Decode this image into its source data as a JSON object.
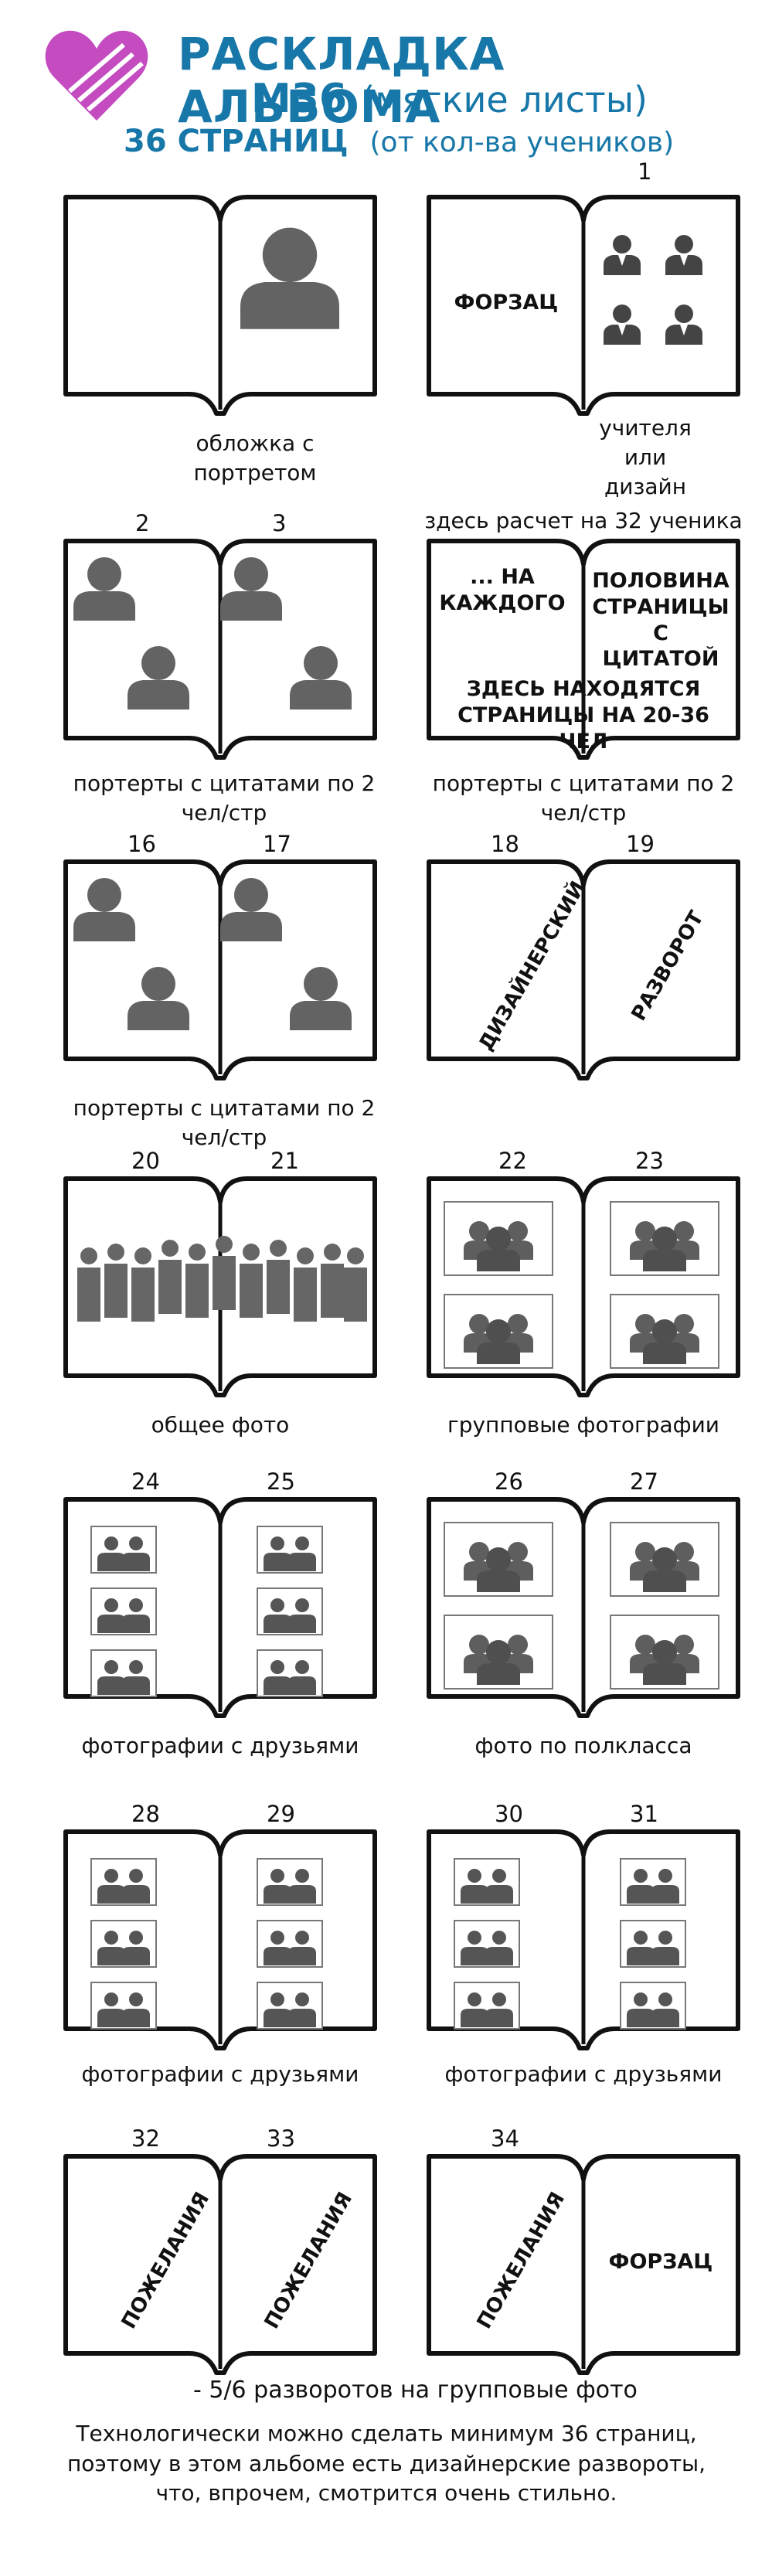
{
  "header": {
    "title_line1": "РАСКЛАДКА АЛЬБОМА",
    "title_line2_bold": "М36",
    "title_line2_soft": "(мягкие листы)",
    "title_line3_bold": "36 СТРАНИЦ",
    "title_line3_note": "(от кол-ва учеников)"
  },
  "spreads": [
    {
      "id": "s1",
      "left_num": "",
      "right_num": "1",
      "left_text": "",
      "right_text": "ФОРЗАЦ",
      "caption": "",
      "caption_right": "учителя или дизайн",
      "cover_caption": "обложка с портретом"
    },
    {
      "id": "s2",
      "left_num": "2",
      "right_num": "3",
      "caption": "портерты  с цитатами по 2 чел/стр"
    },
    {
      "id": "s3",
      "top_note": "здесь расчет на 32 ученика",
      "left_text": "... НА КАЖДОГО",
      "right_text": "ПОЛОВИНА СТРАНИЦЫ С ЦИТАТОЙ",
      "bottom_text": "ЗДЕСЬ НАХОДЯТСЯ СТРАНИЦЫ НА 20-36 ЧЕЛ",
      "caption": "портерты  с цитатами по 2 чел/стр"
    },
    {
      "id": "s4",
      "left_num": "16",
      "right_num": "17",
      "caption": "портерты  с цитатами по 2 чел/стр"
    },
    {
      "id": "s5",
      "left_num": "18",
      "right_num": "19",
      "left_text": "ДИЗАЙНЕРСКИЙ",
      "right_text": "РАЗВОРОТ"
    },
    {
      "id": "s6",
      "left_num": "20",
      "right_num": "21",
      "caption": "общее фото"
    },
    {
      "id": "s7",
      "left_num": "22",
      "right_num": "23",
      "caption": "групповые фотографии"
    },
    {
      "id": "s8",
      "left_num": "24",
      "right_num": "25",
      "caption": "фотографии с друзьями"
    },
    {
      "id": "s9",
      "left_num": "26",
      "right_num": "27",
      "caption": "фото по полкласса"
    },
    {
      "id": "s10",
      "left_num": "28",
      "right_num": "29",
      "caption": "фотографии с друзьями"
    },
    {
      "id": "s11",
      "left_num": "30",
      "right_num": "31",
      "caption": "фотографии с друзьями"
    },
    {
      "id": "s12",
      "left_num": "32",
      "right_num": "33",
      "left_text": "ПОЖЕЛАНИЯ",
      "right_text": "ПОЖЕЛАНИЯ"
    },
    {
      "id": "s13",
      "left_num": "34",
      "right_num": "",
      "left_text": "ПОЖЕЛАНИЯ",
      "right_text": "ФОРЗАЦ"
    }
  ],
  "footer": {
    "note1": "-   5/6 разворотов на групповые фото",
    "note2": "Технологически можно сделать минимум 36 страниц, поэтому в этом альбоме есть дизайнерские развороты, что, впрочем, смотрится очень стильно."
  },
  "colors": {
    "accent": "#1677a8",
    "logo": "#c44bc0",
    "figure": "#636363"
  }
}
